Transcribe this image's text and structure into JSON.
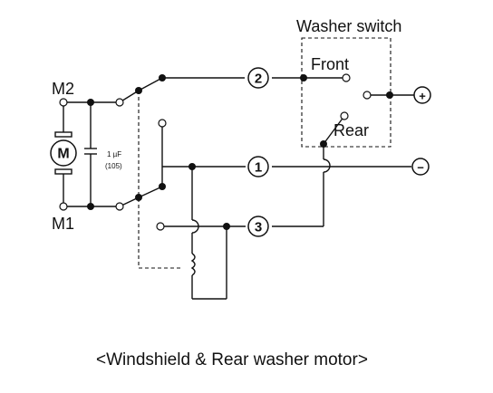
{
  "labels": {
    "washer_switch": "Washer switch",
    "front": "Front",
    "rear": "Rear",
    "m2": "M2",
    "m1": "M1",
    "motor": "M",
    "capacitor_value": "1 µF",
    "capacitor_code": "(105)",
    "terminal_1": "1",
    "terminal_2": "2",
    "terminal_3": "3",
    "plus_symbol": "+",
    "minus_symbol": "−",
    "caption": "<Windshield & Rear washer motor>"
  }
}
